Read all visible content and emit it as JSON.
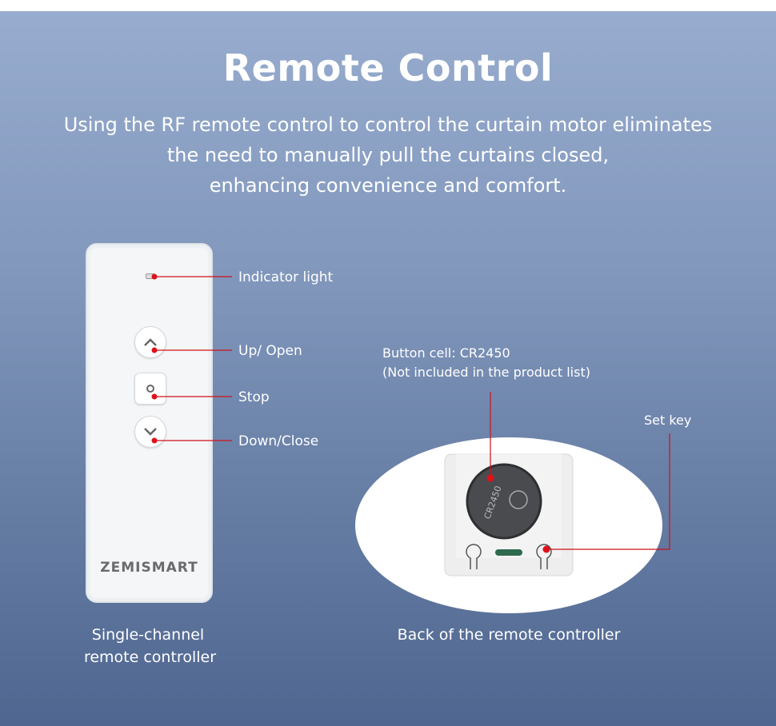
{
  "header": {
    "title": "Remote Control",
    "subtitle_lines": [
      "Using the RF remote control to control the curtain motor eliminates",
      "the need to manually pull the curtains closed,",
      "enhancing convenience and comfort."
    ]
  },
  "front_remote": {
    "brand": "ZEMISMART",
    "callouts": {
      "indicator": "Indicator light",
      "up": "Up/ Open",
      "stop": "Stop",
      "down": "Down/Close"
    },
    "caption_lines": [
      "Single-channel",
      "remote controller"
    ]
  },
  "back_remote": {
    "battery_label_lines": [
      "Button cell: CR2450",
      "(Not included in the product list)"
    ],
    "set_key_label": "Set key",
    "caption": "Back of the remote controller",
    "battery_print": "CR2450"
  },
  "colors": {
    "callout": "#d0101a",
    "text": "#ffffff"
  }
}
